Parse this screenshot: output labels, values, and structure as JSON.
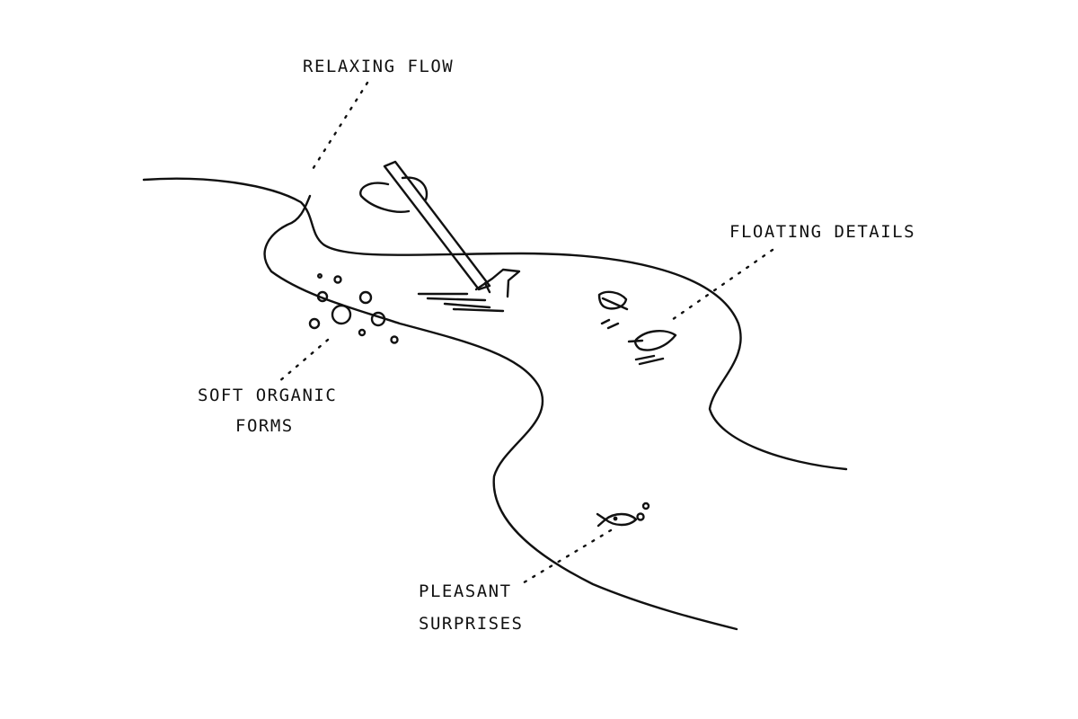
{
  "colors": {
    "ink": "#111111",
    "background": "#ffffff"
  },
  "annotations": {
    "relaxing_flow": "RELAXING FLOW",
    "floating_details": "FLOATING DETAILS",
    "soft_organic_forms_line1": "SOFT ORGANIC",
    "soft_organic_forms_line2": "FORMS",
    "pleasant_surprises_line1": "PLEASANT",
    "pleasant_surprises_line2": "SURPRISES"
  },
  "icons": {
    "canoe": "canoe-paddle-icon",
    "leaf": "leaf-icon",
    "fish": "fish-icon",
    "bubbles": "bubble-icon"
  }
}
